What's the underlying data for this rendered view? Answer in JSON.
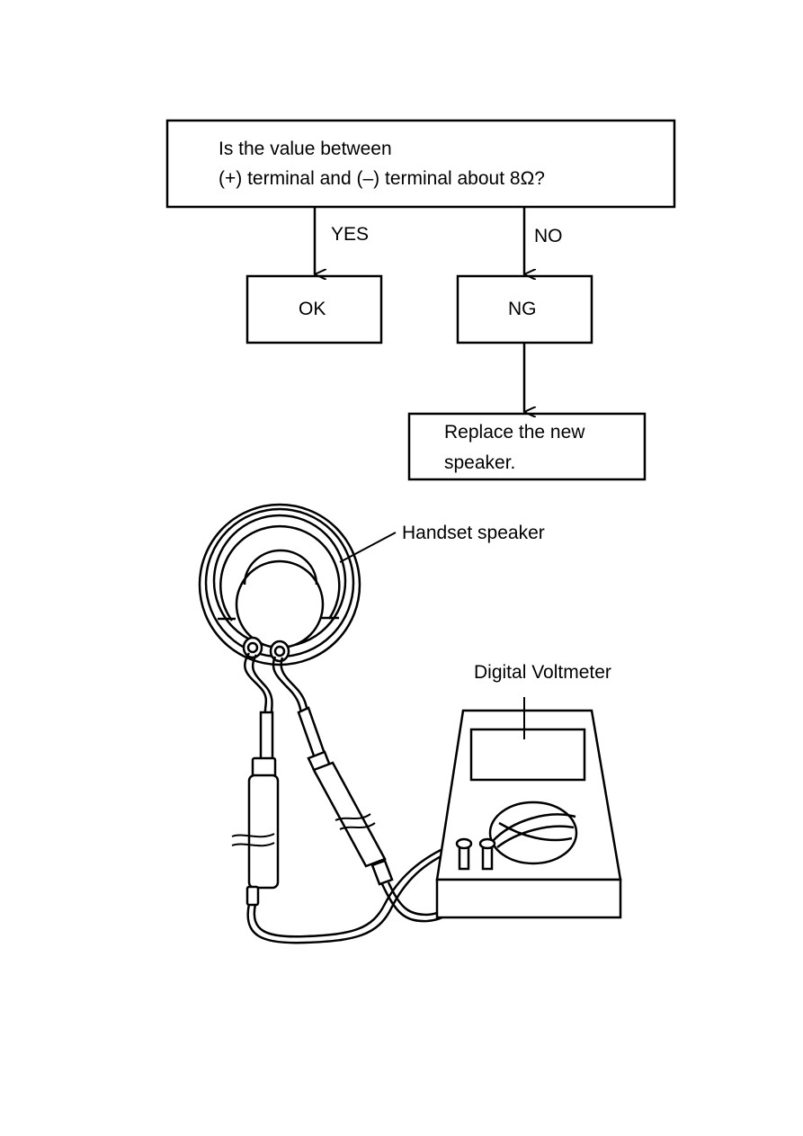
{
  "flowchart": {
    "question_line1": "Is the value between",
    "question_line2": "(+) terminal and (–) terminal about 8Ω?",
    "yes_label": "YES",
    "no_label": "NO",
    "ok_label": "OK",
    "ng_label": "NG",
    "replace_line1": "Replace the new",
    "replace_line2": "speaker."
  },
  "illustration": {
    "speaker_label": "Handset speaker",
    "meter_label": "Digital Voltmeter"
  }
}
